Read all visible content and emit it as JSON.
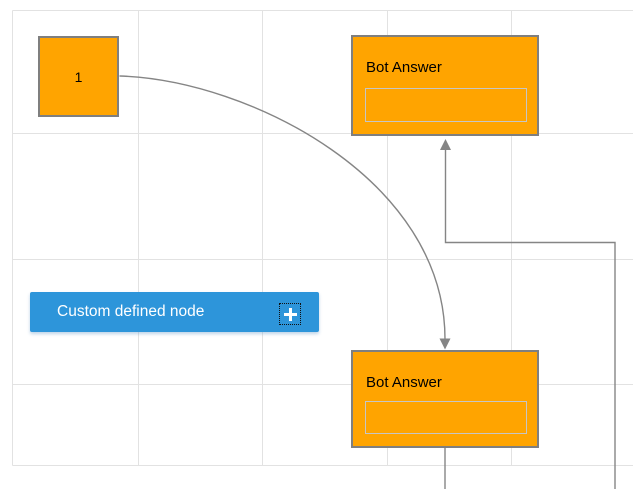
{
  "canvas": {
    "background": "#ffffff",
    "grid_line_color": "#e2e2e2",
    "link_color": "#858585"
  },
  "nodes": {
    "start": {
      "label": "1",
      "fill": "#ffa400",
      "border_color": "#7f7f7f"
    },
    "bot_answer_top": {
      "title": "Bot Answer",
      "fill": "#ffa400",
      "border_color": "#7f7f7f",
      "input_value": ""
    },
    "bot_answer_bottom": {
      "title": "Bot Answer",
      "fill": "#ffa400",
      "border_color": "#7f7f7f",
      "input_value": ""
    },
    "custom_defined": {
      "label": "Custom defined node",
      "fill": "#2d95da",
      "text_color": "#ffffff",
      "add_icon": "plus"
    }
  },
  "links": [
    {
      "from": "start",
      "to": "bot_answer_bottom",
      "shape": "bezier-curve",
      "arrow_direction": "down"
    },
    {
      "from": "bot_answer_bottom",
      "to": "bot_answer_top",
      "shape": "orthogonal",
      "arrow_direction": "up",
      "note": "routed below the visible viewport and back up along the right side"
    }
  ]
}
